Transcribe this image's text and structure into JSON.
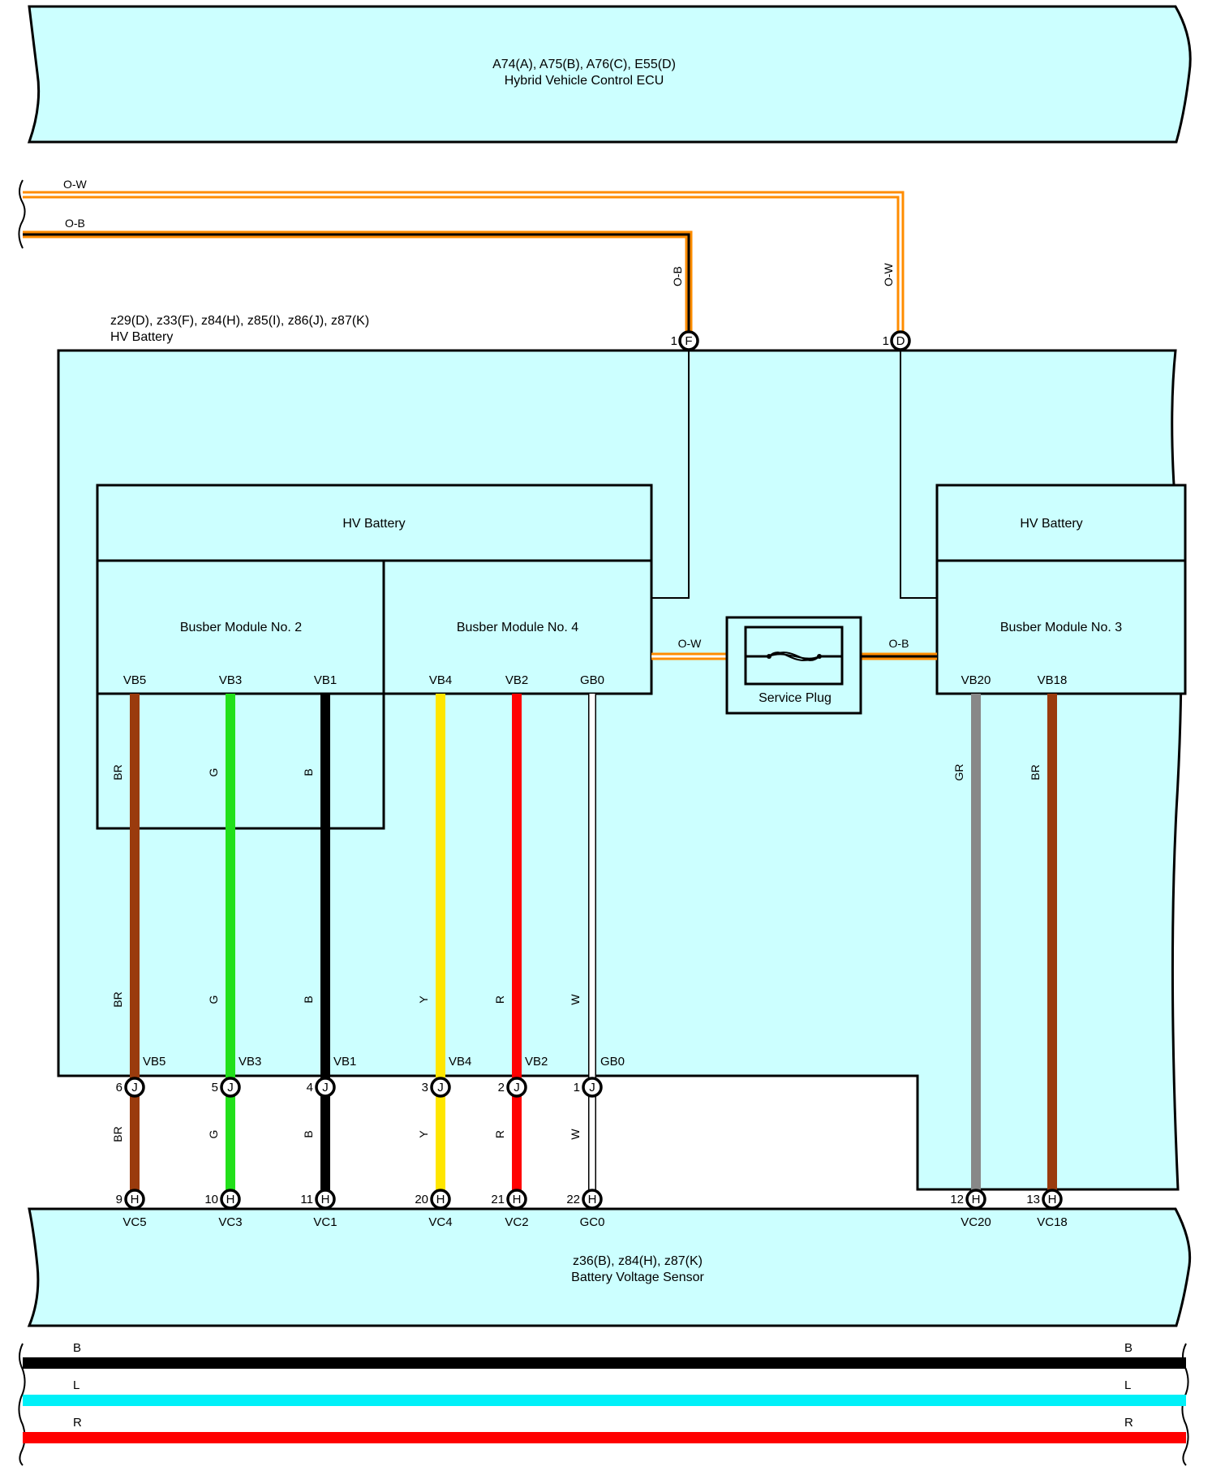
{
  "components": {
    "ecu": {
      "ids": "A74(A), A75(B), A76(C), E55(D)",
      "name": "Hybrid Vehicle Control ECU"
    },
    "hv_battery_assembly": {
      "ids": "z29(D), z33(F), z84(H), z85(I), z86(J), z87(K)",
      "name": "HV Battery"
    },
    "sensor": {
      "ids": "z36(B), z84(H), z87(K)",
      "name": "Battery Voltage Sensor"
    },
    "hv_battery_left": "HV Battery",
    "hv_battery_right": "HV Battery",
    "busbar2": "Busber Module No. 2",
    "busbar4": "Busber Module No. 4",
    "busbar3": "Busber Module No. 3",
    "service_plug": "Service Plug"
  },
  "top_wires": [
    {
      "color_code": "O-W",
      "vertical_label": "O-W",
      "pin": "1",
      "connector": "D"
    },
    {
      "color_code": "O-B",
      "vertical_label": "O-B",
      "pin": "1",
      "connector": "F"
    }
  ],
  "service_plug_wires": {
    "left": "O-W",
    "right": "O-B"
  },
  "terminals": [
    {
      "module_pin": "VB5",
      "color": "BR",
      "j_pin": "6",
      "j_label": "VB5",
      "h_pin": "9",
      "sensor_pin": "VC5",
      "hex": "#9a3b0d"
    },
    {
      "module_pin": "VB3",
      "color": "G",
      "j_pin": "5",
      "j_label": "VB3",
      "h_pin": "10",
      "sensor_pin": "VC3",
      "hex": "#22e01a"
    },
    {
      "module_pin": "VB1",
      "color": "B",
      "j_pin": "4",
      "j_label": "VB1",
      "h_pin": "11",
      "sensor_pin": "VC1",
      "hex": "#000000"
    },
    {
      "module_pin": "VB4",
      "color": "Y",
      "j_pin": "3",
      "j_label": "VB4",
      "h_pin": "20",
      "sensor_pin": "VC4",
      "hex": "#ffe600"
    },
    {
      "module_pin": "VB2",
      "color": "R",
      "j_pin": "2",
      "j_label": "VB2",
      "h_pin": "21",
      "sensor_pin": "VC2",
      "hex": "#ff0000"
    },
    {
      "module_pin": "GB0",
      "color": "W",
      "j_pin": "1",
      "j_label": "GB0",
      "h_pin": "22",
      "sensor_pin": "GC0",
      "hex": "#ffffff"
    }
  ],
  "right_terminals": [
    {
      "module_pin": "VB20",
      "color": "GR",
      "h_pin": "12",
      "sensor_pin": "VC20",
      "hex": "#888888"
    },
    {
      "module_pin": "VB18",
      "color": "BR",
      "h_pin": "13",
      "sensor_pin": "VC18",
      "hex": "#9a3b0d"
    }
  ],
  "connector_letters": {
    "j": "J",
    "h": "H"
  },
  "legend": [
    {
      "code": "B",
      "hex": "#000000"
    },
    {
      "code": "L",
      "hex": "#00f0f8"
    },
    {
      "code": "R",
      "hex": "#ff0000"
    }
  ],
  "colors": {
    "box_fill": "#ccffff",
    "orange": "#ff8c00"
  }
}
